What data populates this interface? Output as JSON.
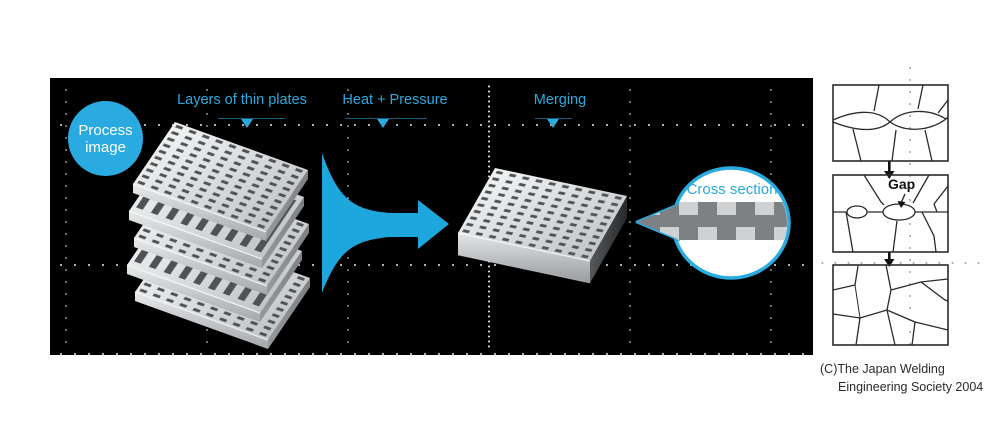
{
  "badge": {
    "line1": "Process",
    "line2": "image"
  },
  "stages": [
    {
      "label": "Layers of thin plates"
    },
    {
      "label": "Heat + Pressure"
    },
    {
      "label": "Merging"
    }
  ],
  "cross_section": {
    "label": "Cross section"
  },
  "micrograph": {
    "gap_label": "Gap"
  },
  "credit": {
    "line1": "(C)The Japan Welding",
    "line2": "Eingineering Society 2004"
  },
  "colors": {
    "accent_cyan": "#29ABE2",
    "funnel_arrow": "#1DA7DD",
    "panel_background": "#000000",
    "plate_light": "#f5f6f7",
    "plate_shadow": "#bfc3c5",
    "cross_section_dark": "#7d8184",
    "cross_section_light": "#cfd1d2"
  }
}
